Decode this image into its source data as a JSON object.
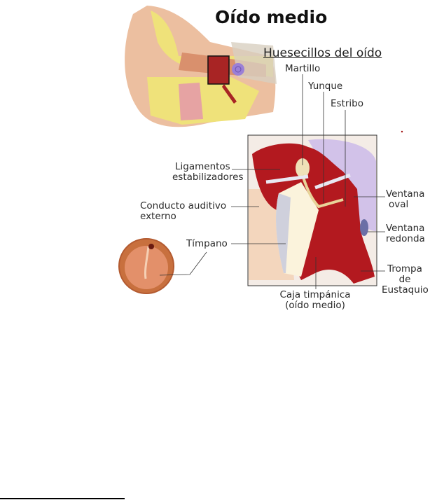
{
  "diagram": {
    "title": "Oído medio",
    "subtitle": "Huesecillos del oído",
    "labels": {
      "martillo": "Martillo",
      "yunque": "Yunque",
      "estribo": "Estribo",
      "ligamentos_1": "Ligamentos",
      "ligamentos_2": "estabilizadores",
      "conducto_1": "Conducto auditivo",
      "conducto_2": "externo",
      "timpano": "Tímpano",
      "ventana_oval_1": "Ventana",
      "ventana_oval_2": "oval",
      "ventana_redonda_1": "Ventana",
      "ventana_redonda_2": "redonda",
      "trompa_1": "Trompa",
      "trompa_2": "de",
      "trompa_3": "Eustaquio",
      "caja_1": "Caja timpánica",
      "caja_2": "(oído medio)"
    }
  }
}
